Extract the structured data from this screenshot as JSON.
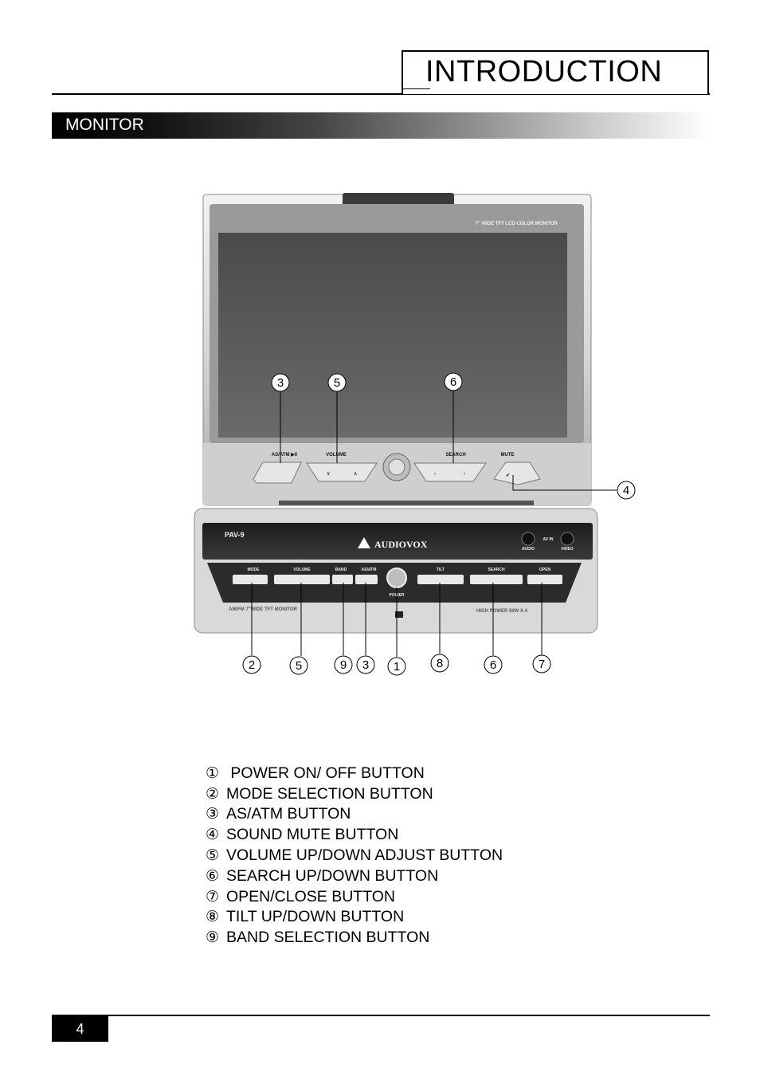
{
  "header": {
    "title": "INTRODUCTION"
  },
  "section": {
    "title": "MONITOR"
  },
  "figure": {
    "monitor": {
      "top_banner": "7\" WIDE TFT LCD COLOR MONITOR",
      "labels": {
        "as_atm": "AS/ATM ▶II",
        "volume": "VOLUME",
        "search": "SEARCH",
        "mute": "MUTE"
      }
    },
    "head_unit": {
      "model": "PAV-9",
      "brand": "AUDIOVOX",
      "av_in": "AV IN",
      "audio": "AUDIO",
      "video": "VIDEO",
      "labels": {
        "mode": "MODE",
        "volume": "VOLUME",
        "band": "BAND",
        "as_atm": "AS/ATM",
        "power": "POWER",
        "tilt": "TILT",
        "search": "SEARCH",
        "open": "OPEN"
      },
      "left_caption": "AM/FM 7\"WIDE TFT MONITOR",
      "right_caption": "HIGH POWER 50W X 4"
    },
    "callouts_top": [
      "3",
      "5",
      "6"
    ],
    "callout_right": "4",
    "callouts_bottom": [
      "2",
      "5",
      "9",
      "3",
      "1",
      "8",
      "6",
      "7"
    ]
  },
  "legend": [
    {
      "num": "①",
      "text": " POWER ON/ OFF BUTTON"
    },
    {
      "num": "②",
      "text": "MODE SELECTION BUTTON"
    },
    {
      "num": "③",
      "text": "AS/ATM BUTTON"
    },
    {
      "num": "④",
      "text": "SOUND MUTE BUTTON"
    },
    {
      "num": "⑤",
      "text": "VOLUME UP/DOWN ADJUST BUTTON"
    },
    {
      "num": "⑥",
      "text": "SEARCH UP/DOWN BUTTON"
    },
    {
      "num": "⑦",
      "text": "OPEN/CLOSE BUTTON"
    },
    {
      "num": "⑧",
      "text": "TILT UP/DOWN BUTTON"
    },
    {
      "num": "⑨",
      "text": "BAND SELECTION BUTTON"
    }
  ],
  "footer": {
    "page_number": "4"
  }
}
